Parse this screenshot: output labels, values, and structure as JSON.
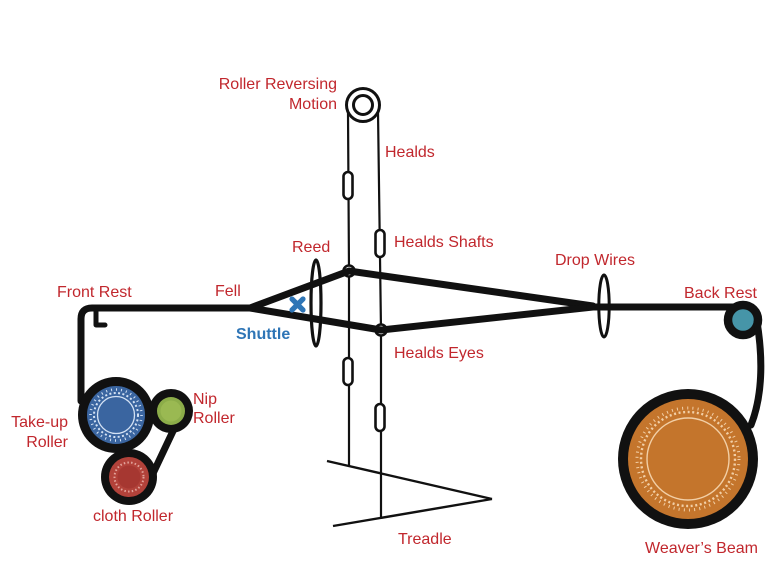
{
  "colors": {
    "background": "#ffffff",
    "line_black": "#111111",
    "label_red": "#c1272d",
    "label_blue": "#2e75b6",
    "backrest_teal": "#4695a8",
    "beam_orange": "#c4752c",
    "beam_lace": "#f2cfa6",
    "takeup_blue": "#3a65a0",
    "takeup_lace": "#d4e2f4",
    "nip_green": "#8cad49",
    "nip_green_light": "#9ab952",
    "cloth_red": "#b2423a",
    "cloth_red_center": "#a63731",
    "cloth_lace": "#e2a39b"
  },
  "labels": {
    "roller_reversing_line1": "Roller Reversing",
    "roller_reversing_line2": "Motion",
    "healds": "Healds",
    "healds_shafts": "Healds Shafts",
    "reed": "Reed",
    "drop_wires": "Drop Wires",
    "front_rest": "Front Rest",
    "fell": "Fell",
    "back_rest": "Back Rest",
    "shuttle": "Shuttle",
    "healds_eyes": "Healds Eyes",
    "take_up_line1": "Take-up",
    "take_up_line2": "Roller",
    "nip_line1": "Nip",
    "nip_line2": "Roller",
    "cloth_roller": "cloth Roller",
    "treadle": "Treadle",
    "weavers_beam": "Weaver’s Beam"
  }
}
